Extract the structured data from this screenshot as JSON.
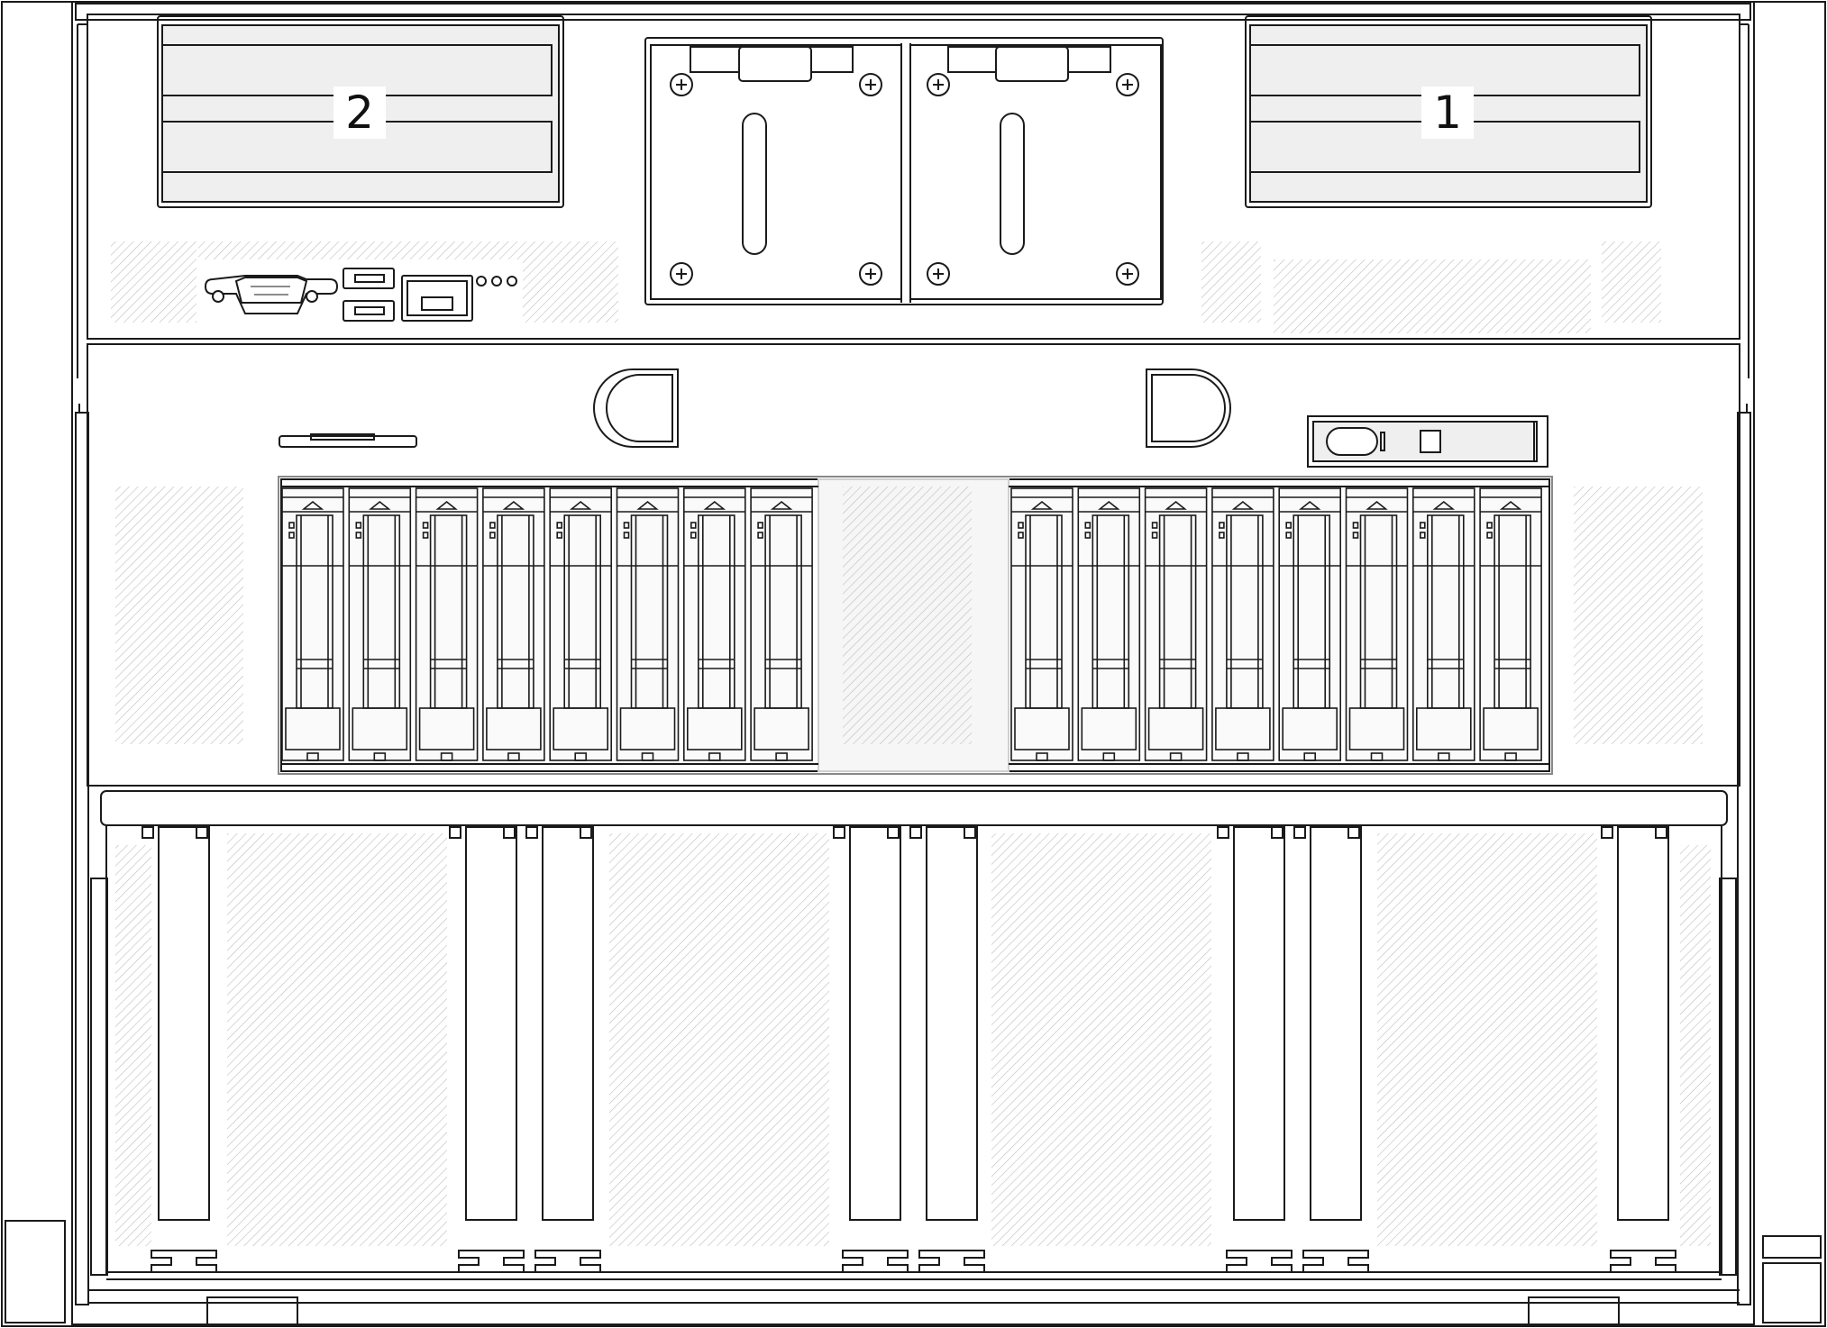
{
  "diagram": {
    "description_type": "server front view line drawing",
    "colors": {
      "stroke": "#1a1a1a",
      "hatch": "#bdbdbd",
      "fill_light": "#efefef",
      "fill_white": "#ffffff"
    },
    "labels": [
      {
        "id": "label-2",
        "text": "2"
      },
      {
        "id": "label-1",
        "text": "1"
      }
    ],
    "front_io": {
      "vga_port": "vga-port",
      "usb_ports": 2,
      "ethernet_port": "rj45-port",
      "leds": 3
    },
    "drive_bays": {
      "left_group": 8,
      "right_group": 8
    },
    "pcie_slots": 8
  }
}
